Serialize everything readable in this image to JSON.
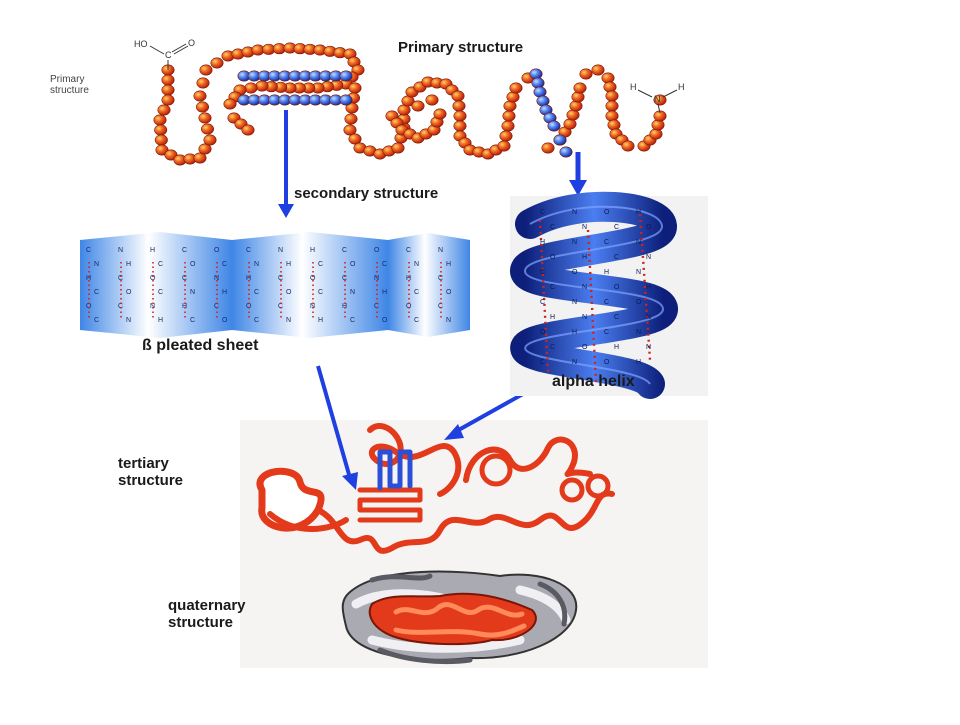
{
  "labels": {
    "primary_small_line1": "Primary",
    "primary_small_line2": "structure",
    "primary_title": "Primary structure",
    "secondary_title": "secondary structure",
    "beta_sheet": "ß pleated sheet",
    "alpha_helix": "alpha helix",
    "tertiary_line1": "tertiary",
    "tertiary_line2": "structure",
    "quaternary_line1": "quaternary",
    "quaternary_line2": "structure"
  },
  "chem": {
    "carboxyl_ho": "HO",
    "carboxyl_c": "C",
    "carboxyl_o": "O",
    "amine_h1": "H",
    "amine_n": "N",
    "amine_h2": "H"
  },
  "colors": {
    "amino_acid_red": "#e8411c",
    "amino_acid_blue": "#2c4fd8",
    "arrow_blue": "#1f3fe0",
    "sheet_blue": "#6aa8ee",
    "helix_blue": "#1d3bb8",
    "ribbon_red": "#e23a1a"
  },
  "icons": {
    "arrow": "down-arrow-icon",
    "bead": "amino-acid-bead"
  }
}
